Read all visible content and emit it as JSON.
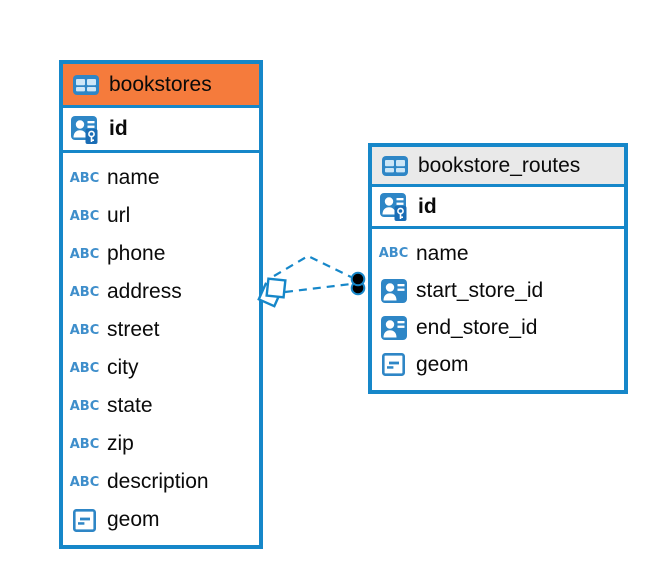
{
  "colors": {
    "accent_blue": "#1687C9",
    "icon_blue": "#2E86C6",
    "icon_cell_blue": "#CDE6F7",
    "abc_blue": "#3E8ECB",
    "key_badge_blue": "#1A6DB5",
    "orange_header": "#F57B3C",
    "gray_header": "#E9E9E9",
    "text": "#0A0A0A",
    "connector_dot": "#000000"
  },
  "icons": {
    "text_type_label": "ABC"
  },
  "tables": [
    {
      "title": "bookstores",
      "header_style": "orange",
      "primary_key": {
        "name": "id"
      },
      "columns": [
        {
          "name": "name",
          "type": "text"
        },
        {
          "name": "url",
          "type": "text"
        },
        {
          "name": "phone",
          "type": "text"
        },
        {
          "name": "address",
          "type": "text"
        },
        {
          "name": "street",
          "type": "text"
        },
        {
          "name": "city",
          "type": "text"
        },
        {
          "name": "state",
          "type": "text"
        },
        {
          "name": "zip",
          "type": "text"
        },
        {
          "name": "description",
          "type": "text"
        },
        {
          "name": "geom",
          "type": "geometry"
        }
      ]
    },
    {
      "title": "bookstore_routes",
      "header_style": "gray",
      "primary_key": {
        "name": "id"
      },
      "columns": [
        {
          "name": "name",
          "type": "text"
        },
        {
          "name": "start_store_id",
          "type": "reference"
        },
        {
          "name": "end_store_id",
          "type": "reference"
        },
        {
          "name": "geom",
          "type": "geometry"
        }
      ]
    }
  ],
  "relationships": [
    {
      "from_table": "bookstore_routes",
      "from_column": "start_store_id",
      "to_table": "bookstores",
      "to_column": "id",
      "line_style": "dashed"
    },
    {
      "from_table": "bookstore_routes",
      "from_column": "end_store_id",
      "to_table": "bookstores",
      "to_column": "id",
      "line_style": "dashed"
    }
  ]
}
